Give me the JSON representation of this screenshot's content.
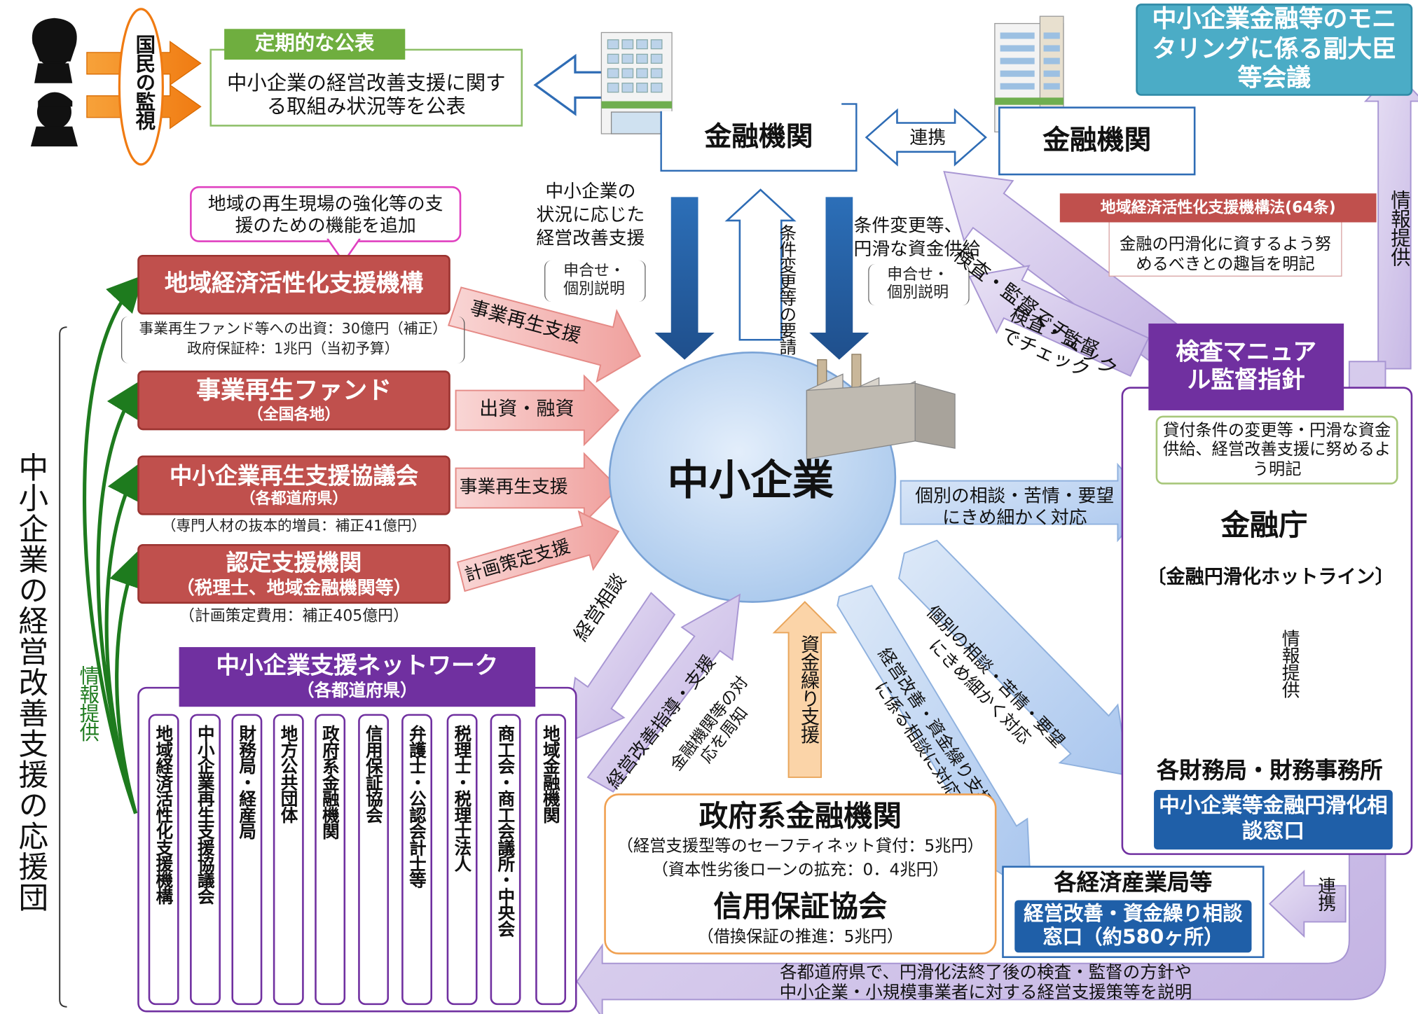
{
  "left_group": {
    "label": "中小企業の経営改善支援の応援団"
  },
  "citizen": {
    "label": "国民の監視"
  },
  "public_report": {
    "title": "定期的な公表",
    "text": "中小企業の経営改善支援に関する取組み状況等を公表"
  },
  "bank_a": {
    "label": "金融機関"
  },
  "bank_b": {
    "label": "金融機関"
  },
  "renkei_top": "連携",
  "council": {
    "title": "中小企業金融等のモニタリングに係る副大臣等会議"
  },
  "kyoka_bubble": "地域の再生現場の強化等の支援のための機能を追加",
  "reg_agency": {
    "label": "地域経済活性化支援機構",
    "note1": "事業再生ファンド等への出資：30億円（補正）",
    "note2": "政府保証枠：1兆円（当初予算）"
  },
  "fund": {
    "label": "事業再生ファンド",
    "sub": "（全国各地）"
  },
  "council2": {
    "label": "中小企業再生支援協議会",
    "sub": "（各都道府県）",
    "note": "（専門人材の抜本的増員：補正41億円）"
  },
  "certified": {
    "label": "認定支援機関",
    "sub": "（税理士、地域金融機関等）",
    "note": "（計画策定費用：補正405億円）"
  },
  "arrows": {
    "a1": "事業再生支援",
    "a2": "出資・融資",
    "a3": "事業再生支援",
    "a4": "計画策定支援",
    "keiei_sodan": "経営相談",
    "keiei_shido": "経営改善指導・支援",
    "kinyu_shuchi": "金融機関等の対応を周知",
    "shikin": "資金繰り支援",
    "kensa1": "検査・監督でチェック",
    "kensa2": "検査・監督でチェック",
    "sodan_fsa": "個別の相談・苦情・要望にきめ細かく対応",
    "diag1": "個別の相談・苦情・要望にきめ細かく対応",
    "diag2": "経営改善・資金繰り支援に係る相談に対応",
    "joho_left": "情報提供",
    "joho_right": "情報提供",
    "joho_fsa": "情報提供",
    "renkei_bottom": "連携"
  },
  "top_labels": {
    "left": {
      "line1": "中小企業の",
      "line2": "状況に応じた",
      "line3": "経営改善支援",
      "sub1": "申合せ・",
      "sub2": "個別説明"
    },
    "up": "条件変更等の要請",
    "right": {
      "line1": "条件変更等、",
      "line2": "円滑な資金供給",
      "sub1": "申合せ・",
      "sub2": "個別説明"
    }
  },
  "sme": {
    "label": "中小企業"
  },
  "law": {
    "title": "地域経済活性化支援機構法(64条)",
    "text": "金融の円滑化に資するよう努めるべきとの趣旨を明記"
  },
  "fsa": {
    "manual": "検査マニュアル監督指針",
    "manual_note": "貸付条件の変更等・円滑な資金供給、経営改善支援に努めるよう明記",
    "label": "金融庁",
    "hotline": "〔金融円滑化ホットライン〕",
    "bureau": "各財務局・財務事務所",
    "window": "中小企業等金融円滑化相談窓口"
  },
  "network": {
    "title": "中小企業支援ネットワーク",
    "sub": "（各都道府県）",
    "members": [
      "地域経済活性化支援機構",
      "中小企業再生支援協議会",
      "財務局・経産局",
      "地方公共団体",
      "政府系金融機関",
      "信用保証協会",
      "弁護士・公認会計士等",
      "税理士・税理士法人",
      "商工会・商工会議所・中央会",
      "地域金融機関"
    ]
  },
  "gov": {
    "title": "政府系金融機関",
    "note1": "（経営支援型等のセーフティネット貸付：5兆円）",
    "note2": "（資本性劣後ローンの拡充：0．4兆円）",
    "title2": "信用保証協会",
    "note3": "（借換保証の推進：5兆円）"
  },
  "meti": {
    "label": "各経済産業局等",
    "window": "経営改善・資金繰り相談窓口（約580ヶ所）"
  },
  "bottom_arrow": {
    "line1": "各都道府県で、円滑化法終了後の検査・監督の方針や",
    "line2": "中小企業・小規模事業者に対する経営支援策等を説明"
  },
  "colors": {
    "red": "#c0504d",
    "purple": "#7030a0",
    "blue": "#1f5fa8",
    "teal": "#4bacc6",
    "green": "#1e7b1e",
    "orange": "#e46c0a"
  }
}
